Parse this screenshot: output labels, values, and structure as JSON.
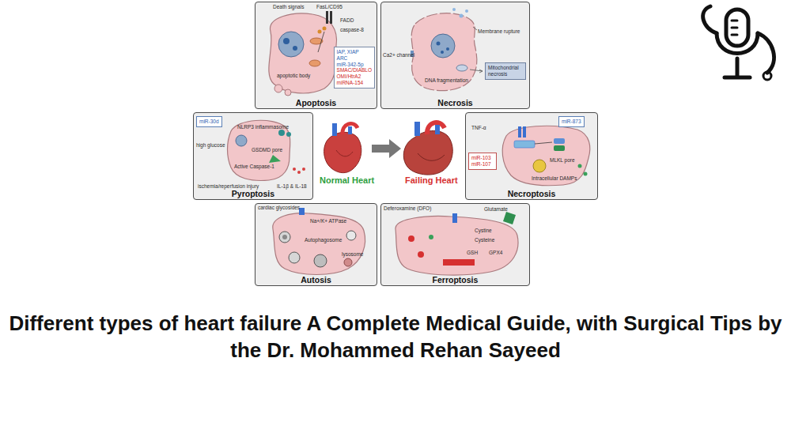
{
  "diagram": {
    "title": "Different types of heart failure A Complete Medical Guide, with Surgical Tips by the Dr. Mohammed Rehan Sayeed",
    "nodes": [
      {
        "text": [
          "Apoptosis"
        ]
      },
      {
        "text": [
          "IAP, XIAP",
          "ARC",
          "miR-342-5p",
          "SMAC/DIABLO",
          "OMI/HtrA2",
          "miRNA-154"
        ],
        "in": 0
      },
      {
        "text": [
          "Necrosis"
        ]
      },
      {
        "text": [
          "Mitochondrial necrosis"
        ],
        "in": 2
      },
      {
        "text": [
          "Pyroptosis"
        ]
      },
      {
        "text": [
          "miR-30d"
        ],
        "in": 4
      },
      {
        "text": [
          "Necroptosis"
        ]
      },
      {
        "text": [
          "miR-873"
        ],
        "in": 6
      },
      {
        "text": [
          "miR-103 miR-107"
        ],
        "in": 6
      },
      {
        "text": [
          "Autosis"
        ]
      },
      {
        "text": [
          "Ferroptosis"
        ]
      }
    ],
    "labels": [
      "Death signals",
      "FasL/CD95",
      "FADD",
      "caspase-8",
      "apoptotic body",
      "Ca2+ channel",
      "Membrane rupture",
      "DNA fragmentation",
      "high glucose",
      "NLRP3 inflammasome",
      "GSDMD pore",
      "Active Caspase-1",
      "ischemia/reperfusion injury",
      "IL-1β & IL-18",
      "Normal Heart",
      "Failing Heart",
      "TNF-α",
      "MLKL pore",
      "Intracellular DAMPs",
      "cardiac glycosides",
      "Na+/K+ ATPase",
      "Autophagosome",
      "lysosome",
      "Deferoxamine (DFO)",
      "Glutamate",
      "Cystine",
      "Cysteine",
      "GSH",
      "GPX4"
    ]
  }
}
